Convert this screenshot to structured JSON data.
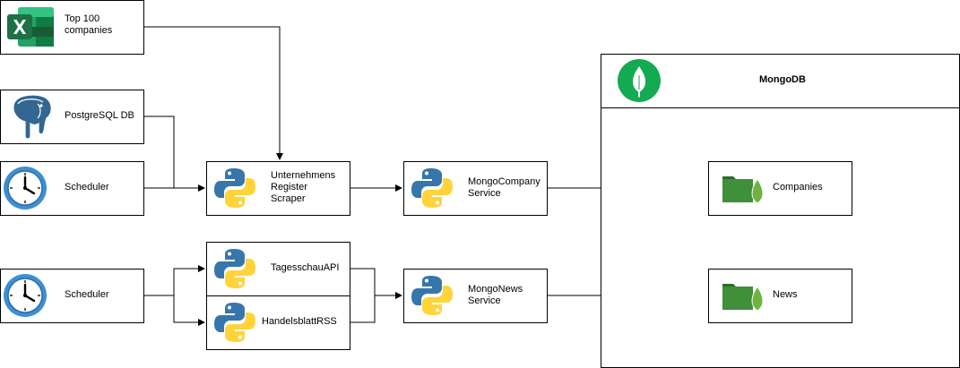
{
  "nodes": {
    "excel": {
      "label": "Top 100\ncompanies",
      "icon": "excel-icon"
    },
    "postgres": {
      "label": "PostgreSQL DB",
      "icon": "postgresql-elephant-icon"
    },
    "scheduler1": {
      "label": "Scheduler",
      "icon": "clock-icon"
    },
    "scheduler2": {
      "label": "Scheduler",
      "icon": "clock-icon"
    },
    "scraper": {
      "label": "Unternehmens\nRegister\nScraper",
      "icon": "python-icon"
    },
    "tagesschau": {
      "label": "TagesschauAPI",
      "icon": "python-icon"
    },
    "handelsblatt": {
      "label": "HandelsblattRSS",
      "icon": "python-icon"
    },
    "mongo_company": {
      "label": "MongoCompany\nService",
      "icon": "python-icon"
    },
    "mongo_news": {
      "label": "MongoNews\nService",
      "icon": "python-icon"
    },
    "mongodb": {
      "label": "MongoDB",
      "icon": "mongodb-leaf-icon"
    },
    "companies": {
      "label": "Companies",
      "icon": "mongodb-collection-icon"
    },
    "news": {
      "label": "News",
      "icon": "mongodb-collection-icon"
    }
  },
  "colors": {
    "excel_green": "#1E7145",
    "postgres_blue": "#336791",
    "python_blue": "#3776AB",
    "python_yellow": "#FFD43B",
    "mongo_green": "#13AA52",
    "collection_green": "#3F8F3B",
    "clock_blue": "#3D8FD1"
  }
}
